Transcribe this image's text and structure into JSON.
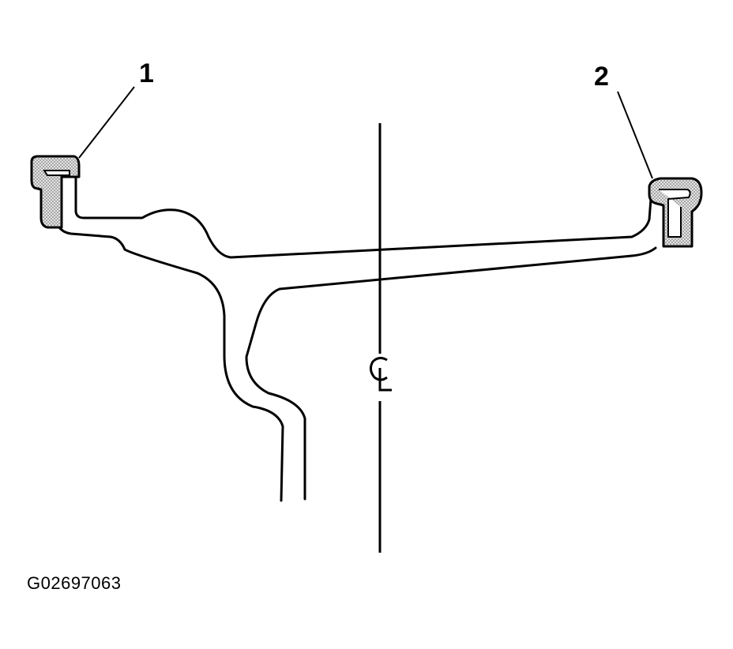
{
  "callouts": [
    {
      "label": "1"
    },
    {
      "label": "2"
    }
  ],
  "centerline_label": "CL",
  "figure_id": "G02697063",
  "colors": {
    "ink": "#000000",
    "weight_fill": "#c8c8c8",
    "background": "#ffffff"
  }
}
